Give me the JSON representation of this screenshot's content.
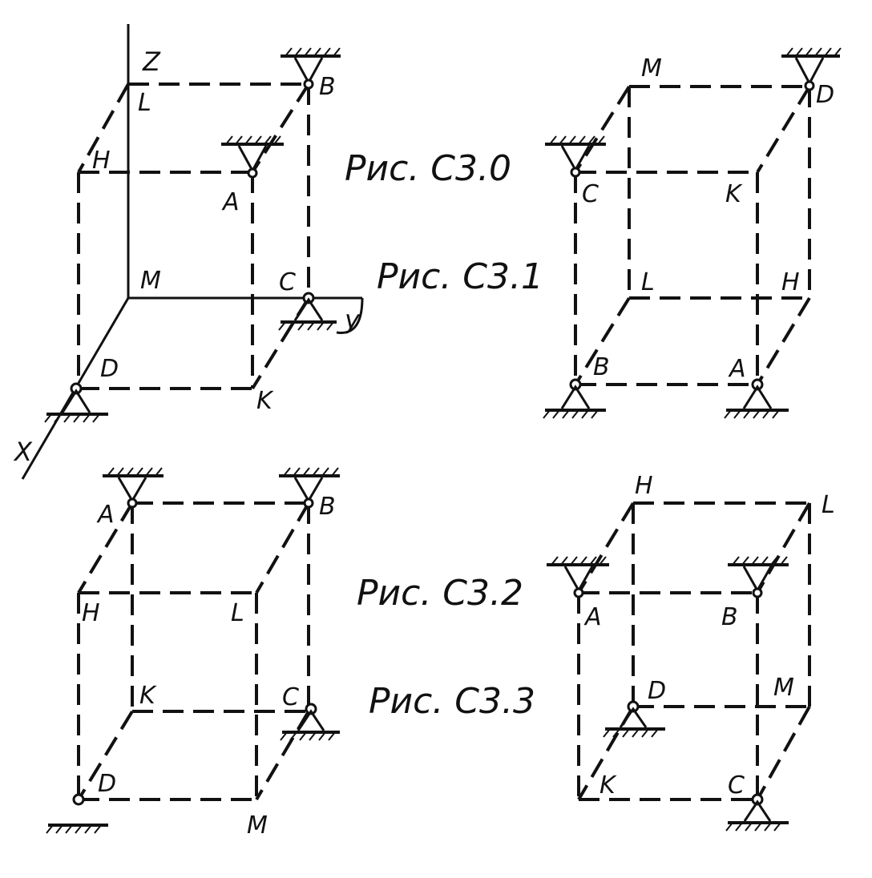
{
  "captions": {
    "c30": "Рис. С3.0",
    "c31": "Рис. С3.1",
    "c32": "Рис. С3.2",
    "c33": "Рис. С3.3"
  },
  "fig30": {
    "axes": {
      "z": "Z",
      "y": "y",
      "x": "X"
    },
    "labels": {
      "L": "L",
      "B": "B",
      "H": "H",
      "A": "A",
      "M": "M",
      "C": "C",
      "D": "D",
      "K": "K"
    }
  },
  "fig31": {
    "labels": {
      "M": "M",
      "D": "D",
      "C": "C",
      "K": "K",
      "L": "L",
      "H": "H",
      "B": "B",
      "A": "A"
    }
  },
  "fig32": {
    "labels": {
      "A": "A",
      "B": "B",
      "H": "H",
      "L": "L",
      "K": "K",
      "C": "C",
      "D": "D",
      "M": "M"
    }
  },
  "fig33": {
    "labels": {
      "H": "H",
      "L": "L",
      "A": "A",
      "B": "B",
      "D": "D",
      "M": "M",
      "K": "K",
      "C": "C"
    }
  }
}
